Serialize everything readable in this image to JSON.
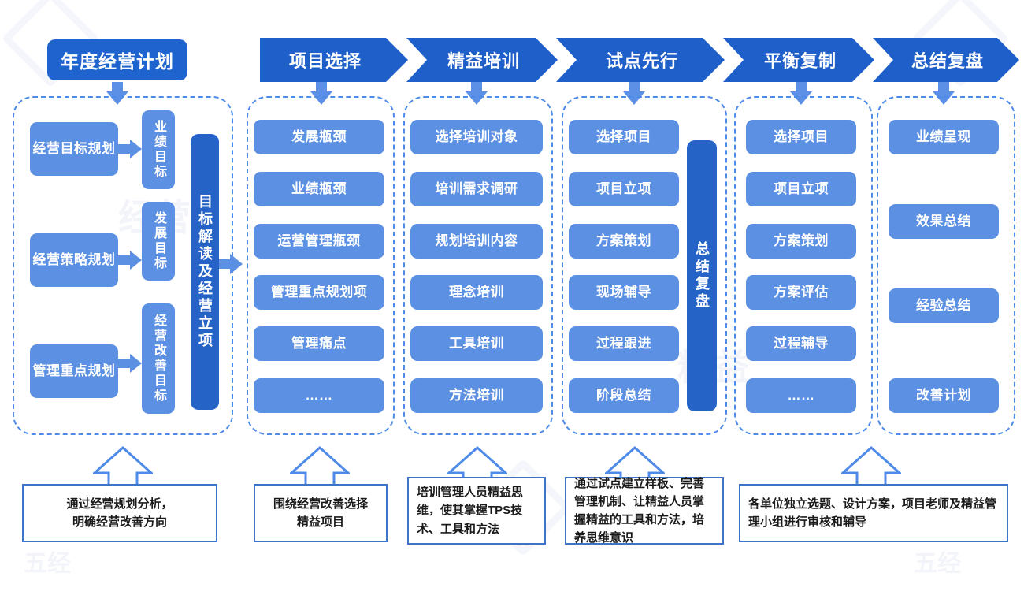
{
  "diagram": {
    "title": "年度经营计划",
    "headers": [
      {
        "label": "项目选择"
      },
      {
        "label": "精益培训"
      },
      {
        "label": "试点先行"
      },
      {
        "label": "平衡复制"
      },
      {
        "label": "总结复盘"
      }
    ],
    "column1": {
      "plans": [
        "经营目标规划",
        "经营策略规划",
        "管理重点规划"
      ],
      "goals": [
        "业绩目标",
        "发展目标",
        "经营改善目标"
      ],
      "side_bar": "目标解读及经营立项"
    },
    "column2": {
      "items": [
        "发展瓶颈",
        "业绩瓶颈",
        "运营管理瓶颈",
        "管理重点规划项",
        "管理痛点",
        "……"
      ]
    },
    "column3": {
      "items": [
        "选择培训对象",
        "培训需求调研",
        "规划培训内容",
        "理念培训",
        "工具培训",
        "方法培训"
      ]
    },
    "column4": {
      "items": [
        "选择项目",
        "项目立项",
        "方案策划",
        "现场辅导",
        "过程跟进",
        "阶段总结"
      ],
      "side_bar": "总结复盘"
    },
    "column5": {
      "items": [
        "选择项目",
        "项目立项",
        "方案策划",
        "方案评估",
        "过程辅导",
        "……"
      ]
    },
    "column6": {
      "items": [
        "业绩呈现",
        "效果总结",
        "经验总结",
        "改善计划"
      ]
    },
    "captions": [
      {
        "text": "通过经营规划分析，\n明确经营改善方向"
      },
      {
        "text": "围绕经营改善选择\n精益项目"
      },
      {
        "text": "培训管理人员精益思维，使其掌握TPS技术、工具和方法"
      },
      {
        "text": "通过试点建立样板、完善管理机制、让精益人员掌握精益的工具和方法，培养思维意识"
      },
      {
        "text": "各单位独立选题、设计方案，项目老师及精益管理小组进行审核和辅导"
      }
    ],
    "colors": {
      "header_blue": "#1F5FC9",
      "pill_blue": "#5C90E3",
      "dark_bar": "#2563C7",
      "dashed_border": "#4E8BE8",
      "caption_border": "#3C74C8"
    }
  }
}
